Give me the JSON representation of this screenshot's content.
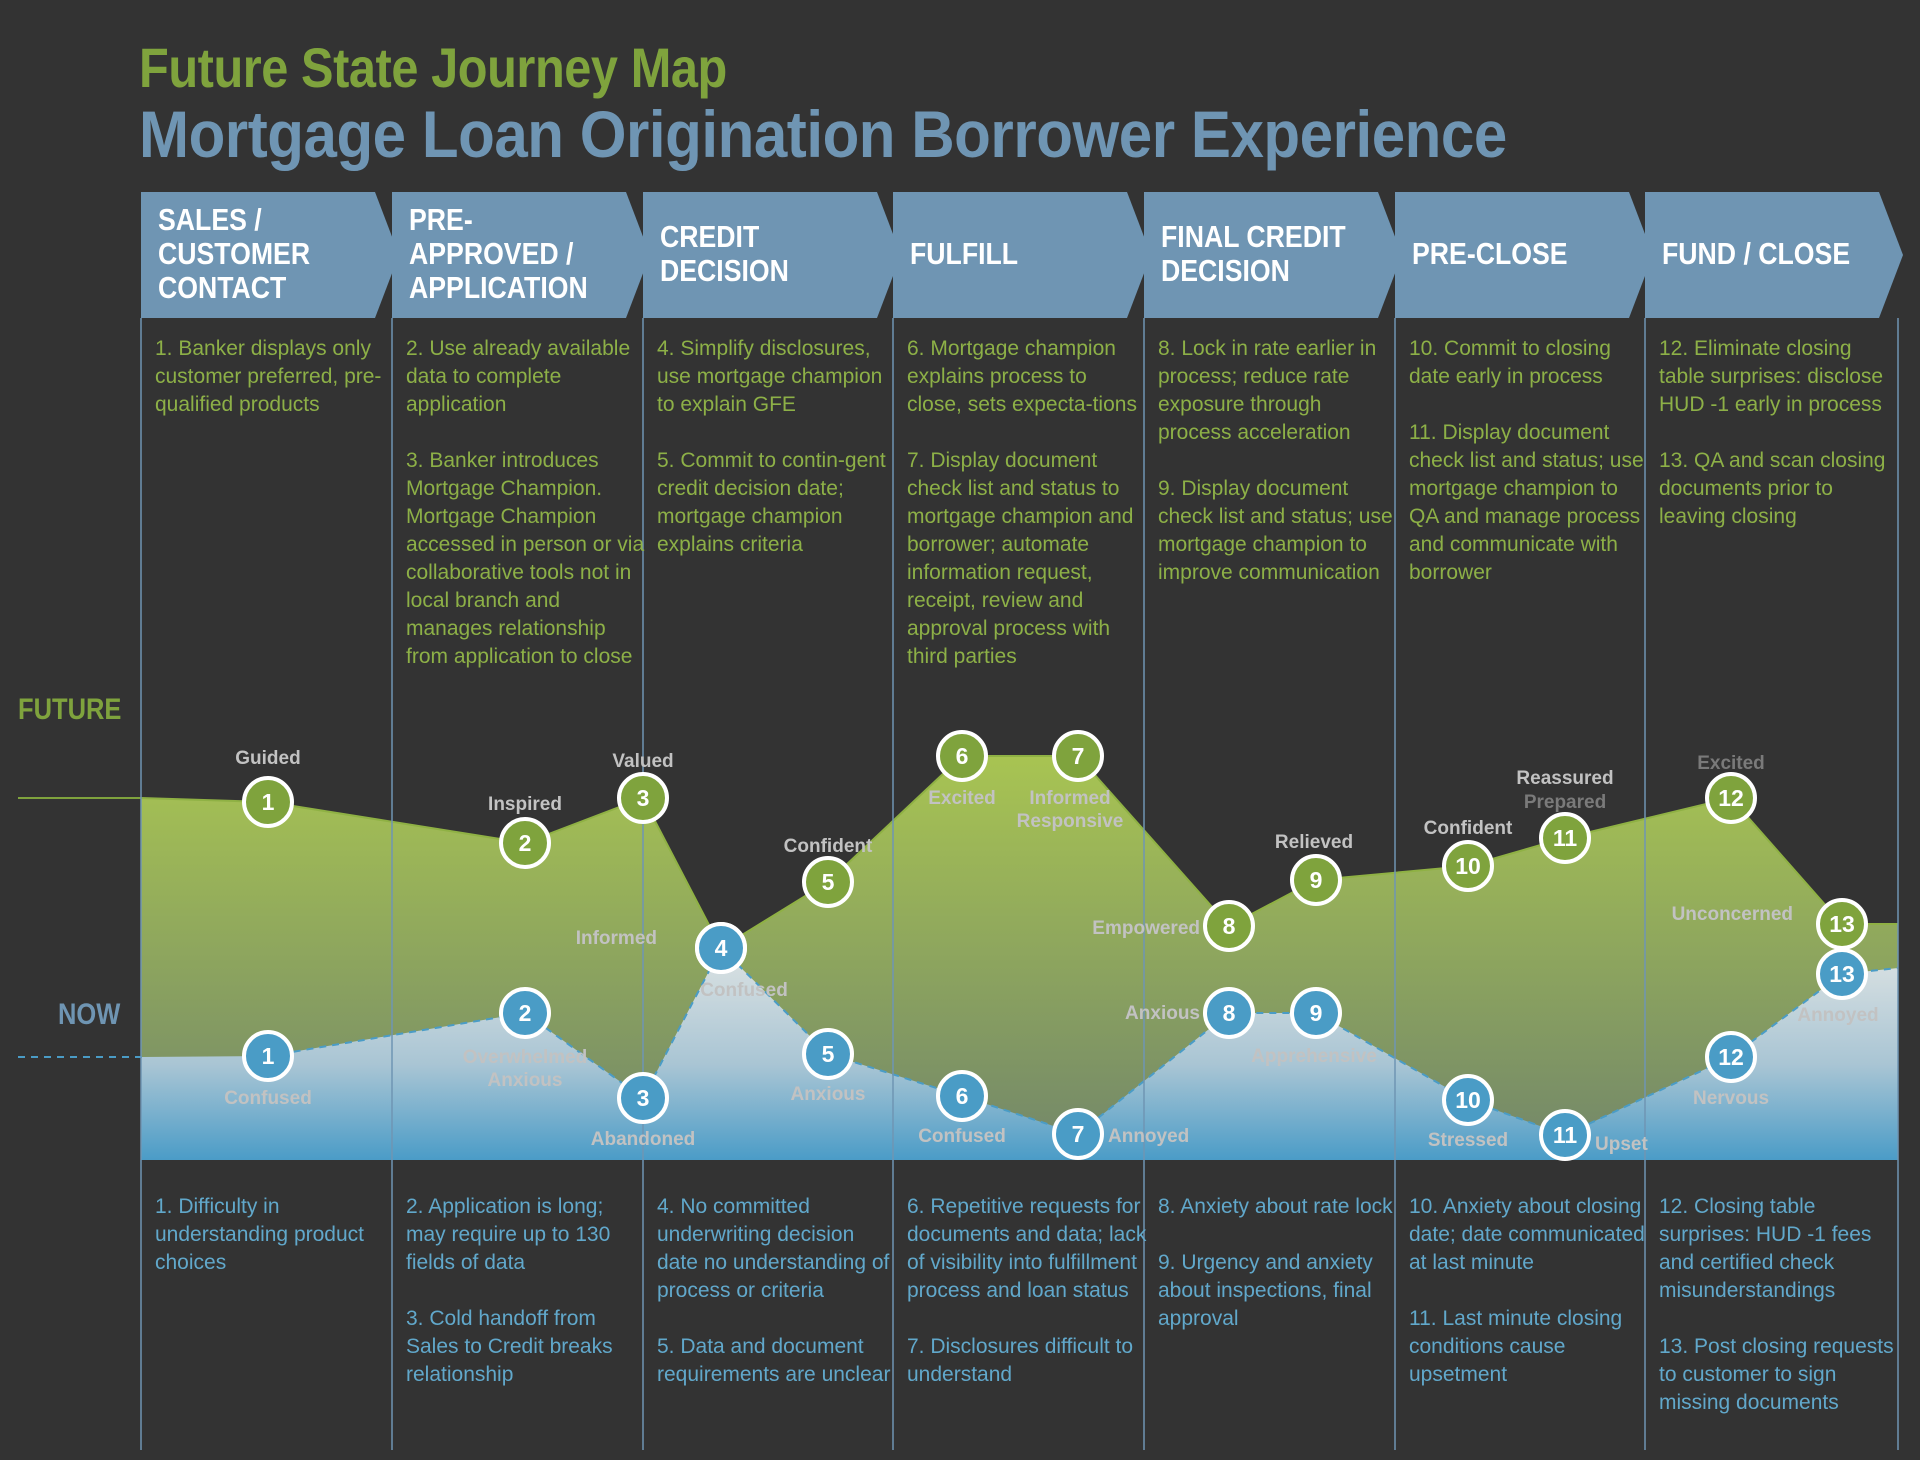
{
  "title": "Future State Journey Map",
  "subtitle": "Mortgage Loan Origination Borrower Experience",
  "axis_labels": {
    "future": "FUTURE",
    "now": "NOW"
  },
  "colors": {
    "future_green": "#7fa33d",
    "now_blue": "#4a9cc6",
    "header_blue": "#6f95b3",
    "background": "#333333"
  },
  "stages": [
    {
      "label": "SALES /\nCUSTOMER\nCONTACT",
      "future_notes": [
        "1. Banker displays only customer preferred, pre-qualified products"
      ],
      "now_notes": [
        "1. Difficulty in understanding product choices"
      ]
    },
    {
      "label": "PRE-\nAPPROVED /\nAPPLICATION",
      "future_notes": [
        "2. Use already available data to complete application",
        "3. Banker introduces Mortgage Champion. Mortgage Champion accessed in person or via collaborative tools not in local branch and manages relationship from application to close"
      ],
      "now_notes": [
        "2. Application is long; may require up to 130 fields of data",
        "3. Cold handoff from Sales to Credit breaks relationship"
      ]
    },
    {
      "label": "CREDIT\nDECISION",
      "future_notes": [
        "4. Simplify disclosures, use mortgage champion to explain GFE",
        "5. Commit to contin-gent credit decision date; mortgage champion explains criteria"
      ],
      "now_notes": [
        "4. No committed underwriting decision date no understanding of process or criteria",
        "5. Data and document requirements are unclear"
      ]
    },
    {
      "label": "FULFILL",
      "future_notes": [
        "6. Mortgage champion explains process to close, sets expecta-tions",
        "7. Display document check list and status to mortgage champion and borrower; automate information request, receipt, review and approval process with third parties"
      ],
      "now_notes": [
        "6. Repetitive requests for documents and data; lack of visibility into fulfillment process and loan status",
        "7. Disclosures difficult to understand"
      ]
    },
    {
      "label": "FINAL CREDIT\nDECISION",
      "future_notes": [
        "8. Lock in rate earlier in process; reduce rate exposure through process acceleration",
        "9. Display document check list and status; use mortgage champion to improve communication"
      ],
      "now_notes": [
        "8. Anxiety about rate lock",
        "9. Urgency and anxiety about inspections, final approval"
      ]
    },
    {
      "label": "PRE-CLOSE",
      "future_notes": [
        "10. Commit to closing date early in process",
        "11. Display document check list and status; use mortgage champion to QA and manage process and communicate with borrower"
      ],
      "now_notes": [
        "10. Anxiety about closing date; date communicated at last minute",
        "11. Last minute closing conditions cause upsetment"
      ]
    },
    {
      "label": "FUND / CLOSE",
      "future_notes": [
        "12. Eliminate closing table surprises: disclose HUD -1 early in process",
        "13. QA and scan closing documents prior to leaving closing"
      ],
      "now_notes": [
        "12. Closing table surprises: HUD -1 fees and certified check misunderstandings",
        "13. Post closing requests to customer to sign missing documents"
      ]
    }
  ],
  "future_points": [
    {
      "n": "1",
      "emotion": "Guided"
    },
    {
      "n": "2",
      "emotion": "Inspired"
    },
    {
      "n": "3",
      "emotion": "Valued"
    },
    {
      "n": "4",
      "emotion": "Informed"
    },
    {
      "n": "5",
      "emotion": "Confident"
    },
    {
      "n": "6",
      "emotion": "Excited"
    },
    {
      "n": "7",
      "emotion": "Informed\nResponsive"
    },
    {
      "n": "8",
      "emotion": "Empowered"
    },
    {
      "n": "9",
      "emotion": "Relieved"
    },
    {
      "n": "10",
      "emotion": "Confident"
    },
    {
      "n": "11",
      "emotion": "Reassured",
      "emotion_dim": "Prepared"
    },
    {
      "n": "12",
      "emotion": "",
      "emotion_dim": "Excited"
    },
    {
      "n": "13",
      "emotion": "Unconcerned"
    }
  ],
  "now_points": [
    {
      "n": "1",
      "emotion": "Confused"
    },
    {
      "n": "2",
      "emotion": "Overwhelmed\nAnxious"
    },
    {
      "n": "3",
      "emotion": "Abandoned"
    },
    {
      "n": "4",
      "emotion": "Confused"
    },
    {
      "n": "5",
      "emotion": "Anxious"
    },
    {
      "n": "6",
      "emotion": "Confused"
    },
    {
      "n": "7",
      "emotion": "Annoyed"
    },
    {
      "n": "8",
      "emotion": "Anxious"
    },
    {
      "n": "9",
      "emotion": "Apprehensive"
    },
    {
      "n": "10",
      "emotion": "Stressed"
    },
    {
      "n": "11",
      "emotion": "Upset"
    },
    {
      "n": "12",
      "emotion": "Nervous"
    },
    {
      "n": "13",
      "emotion": "Annoyed"
    }
  ]
}
